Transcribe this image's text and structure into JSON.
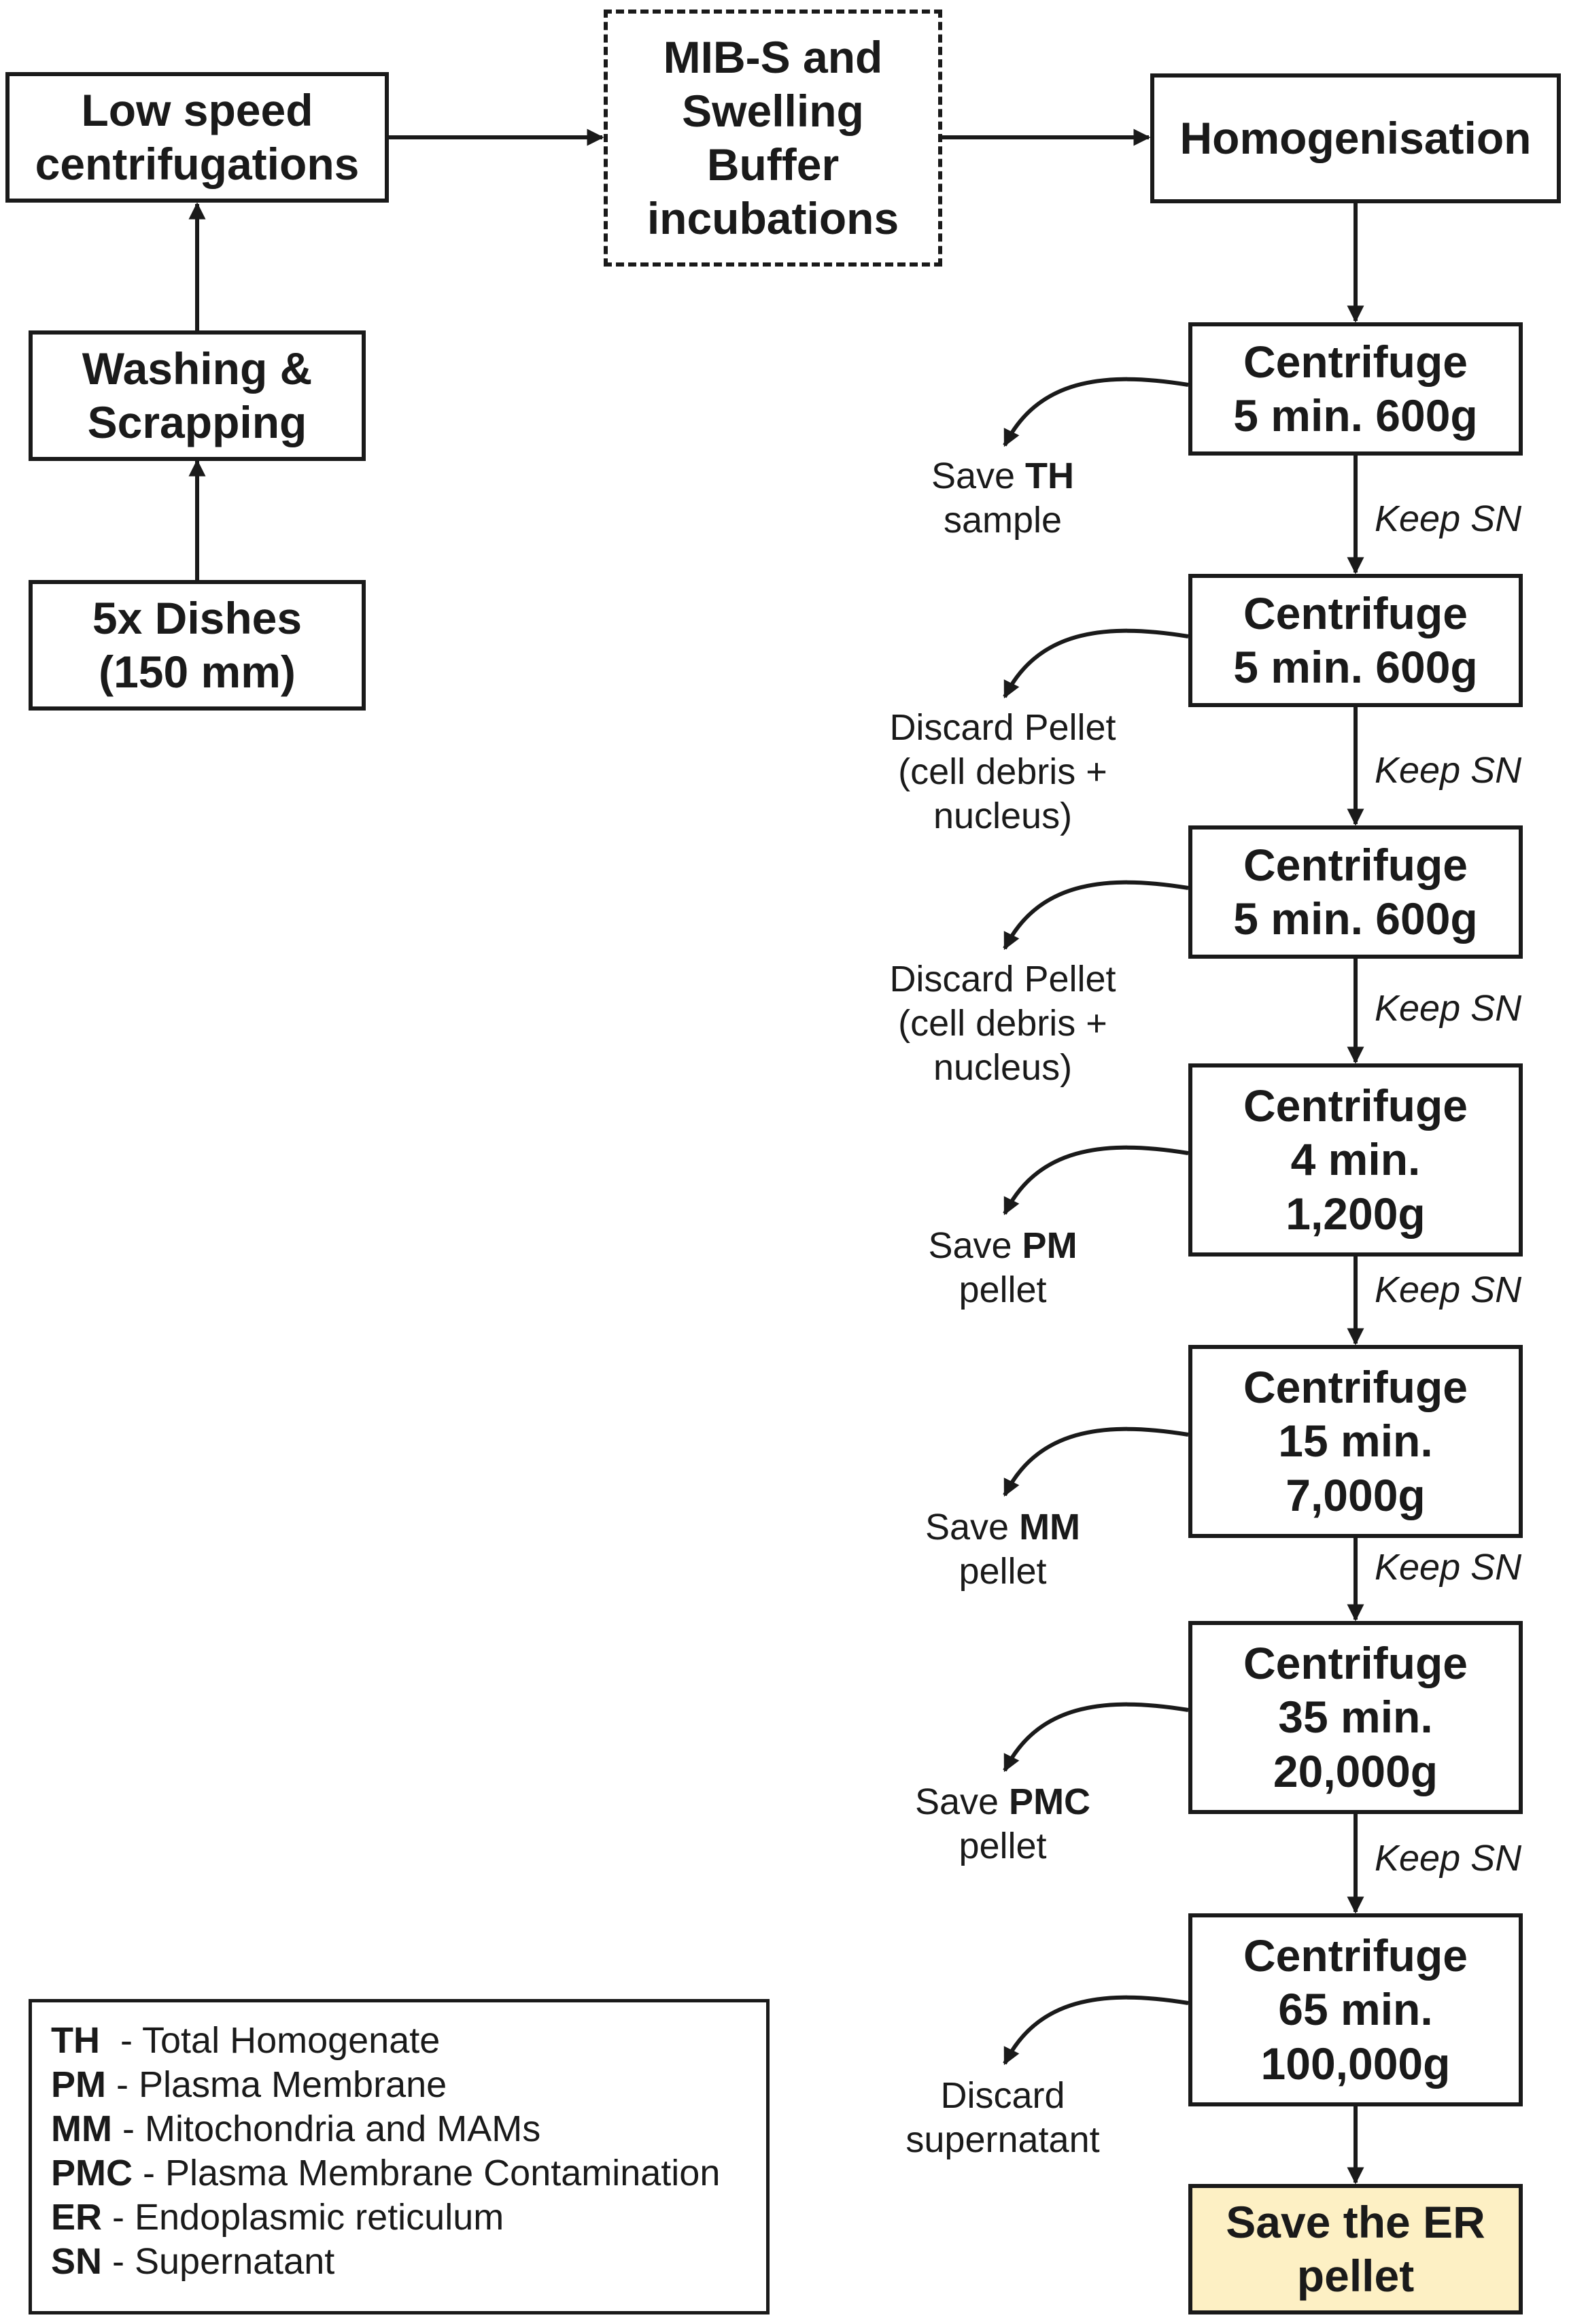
{
  "left_column": {
    "dishes": [
      "5x Dishes",
      "(150 mm)"
    ],
    "washing": [
      "Washing &",
      "Scrapping"
    ],
    "low_speed": [
      "Low speed",
      "centrifugations"
    ]
  },
  "incubation": [
    "MIB-S and",
    "Swelling",
    "Buffer",
    "incubations"
  ],
  "homogenisation": "Homogenisation",
  "keep_label": "Keep SN",
  "steps": [
    {
      "lines": [
        "Centrifuge",
        "5 min. 600g"
      ],
      "note_pre": "Save ",
      "note_bold": "TH",
      "note_rest": [
        "sample"
      ]
    },
    {
      "lines": [
        "Centrifuge",
        "5 min. 600g"
      ],
      "note_pre": "Discard Pellet",
      "note_bold": "",
      "note_rest": [
        "(cell debris +",
        "nucleus)"
      ]
    },
    {
      "lines": [
        "Centrifuge",
        "5 min. 600g"
      ],
      "note_pre": "Discard Pellet",
      "note_bold": "",
      "note_rest": [
        "(cell debris +",
        "nucleus)"
      ]
    },
    {
      "lines": [
        "Centrifuge",
        "4 min.",
        "1,200g"
      ],
      "note_pre": "Save ",
      "note_bold": "PM",
      "note_rest": [
        "pellet"
      ]
    },
    {
      "lines": [
        "Centrifuge",
        "15 min.",
        "7,000g"
      ],
      "note_pre": "Save ",
      "note_bold": "MM",
      "note_rest": [
        "pellet"
      ]
    },
    {
      "lines": [
        "Centrifuge",
        "35 min.",
        "20,000g"
      ],
      "note_pre": "Save ",
      "note_bold": "PMC",
      "note_rest": [
        "pellet"
      ]
    },
    {
      "lines": [
        "Centrifuge",
        "65 min.",
        "100,000g"
      ],
      "note_pre": "Discard",
      "note_bold": "",
      "note_rest": [
        "supernatant"
      ]
    }
  ],
  "final": [
    "Save the ER",
    "pellet"
  ],
  "legend": [
    {
      "abbr": "TH",
      "desc": "  - Total Homogenate"
    },
    {
      "abbr": "PM",
      "desc": " - Plasma Membrane"
    },
    {
      "abbr": "MM",
      "desc": " - Mitochondria and MAMs"
    },
    {
      "abbr": "PMC",
      "desc": " - Plasma Membrane Contamination"
    },
    {
      "abbr": "ER",
      "desc": " - Endoplasmic reticulum"
    },
    {
      "abbr": "SN",
      "desc": " - Supernatant"
    }
  ],
  "colors": {
    "line": "#1a1a1a",
    "final_fill": "#fdf0c4"
  }
}
